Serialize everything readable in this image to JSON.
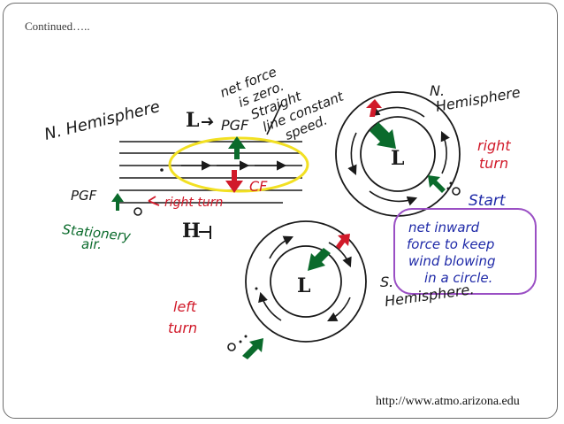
{
  "slide": {
    "title": "Continued…..",
    "url": "http://www.atmo.arizona.edu"
  },
  "nh_straight": {
    "hemisphere_label": "N. Hemisphere",
    "low_symbol": "L",
    "high_symbol": "H",
    "pgf_label_top": "PGF",
    "cf_label": "CF",
    "pgf_label_left": "PGF",
    "stationary_air": [
      "Stationery",
      "air."
    ],
    "right_turn": "right turn",
    "note_lines": [
      "net force",
      "is zero.",
      "Straight",
      "line constant",
      "speed."
    ]
  },
  "nh_circle": {
    "hemisphere_label": [
      "N.",
      "Hemisphere"
    ],
    "low_symbol": "L",
    "right_turn": [
      "right",
      "turn"
    ],
    "start": "Start"
  },
  "net_inward_note": {
    "lines": [
      "net inward",
      "force to keep",
      "wind blowing",
      "in a circle."
    ]
  },
  "sh_circle": {
    "hemisphere_label": [
      "S.",
      "Hemisphere."
    ],
    "low_symbol": "L",
    "left_turn": [
      "left",
      "turn"
    ]
  },
  "colors": {
    "green": "#0b6b2c",
    "red": "#d11a2a",
    "yellow": "#f2e022",
    "blue": "#1f2aa8",
    "purple": "#9a4fc4",
    "ink": "#1a1a1a"
  }
}
